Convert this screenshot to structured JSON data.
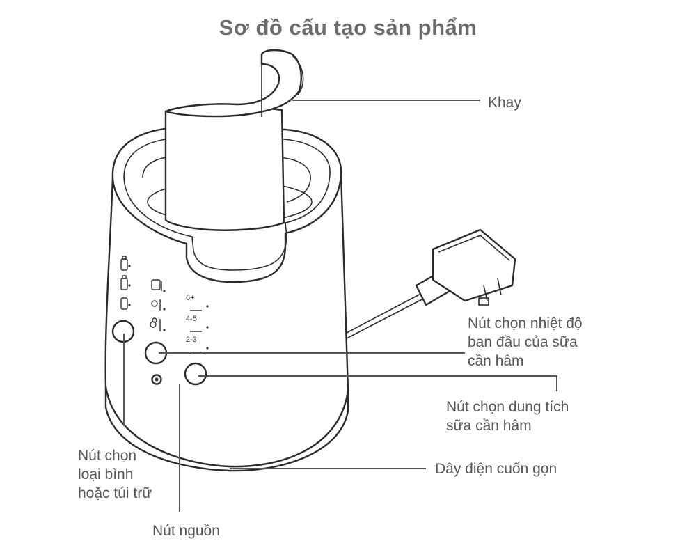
{
  "title": "Sơ đồ cấu tạo sản phẩm",
  "labels": {
    "tray": "Khay",
    "temp_button": [
      "Nút chọn nhiệt độ",
      "ban đầu của sữa",
      "cần hâm"
    ],
    "volume_button": [
      "Nút chọn dung tích",
      "sữa cần hâm"
    ],
    "cord": "Dây điện cuốn gọn",
    "bottle_type_button": [
      "Nút chọn",
      "loại bình",
      "hoặc túi trữ"
    ],
    "power_button": "Nút nguồn"
  },
  "panel_marks": {
    "volume_levels": [
      "6+",
      "4-5",
      "2-3"
    ]
  }
}
